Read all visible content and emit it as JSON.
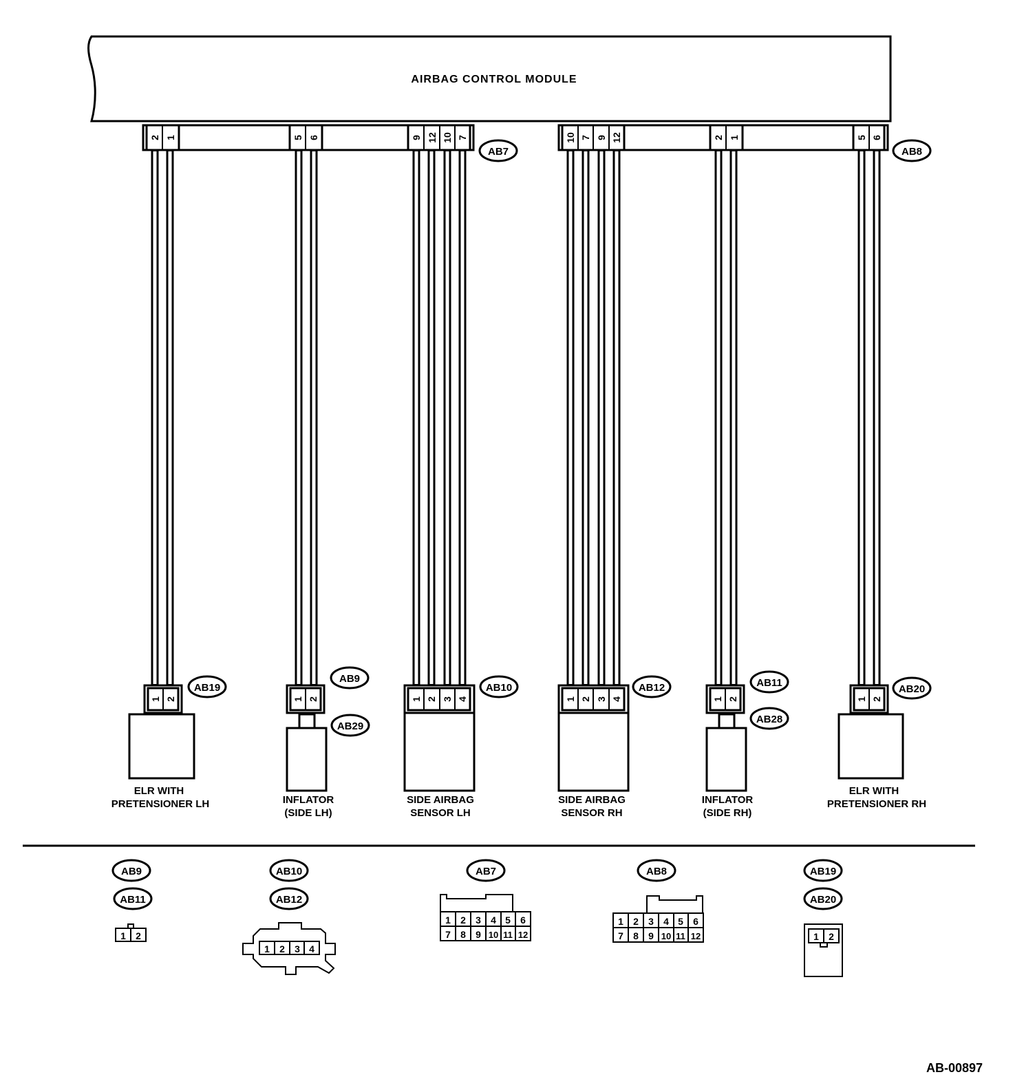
{
  "module": {
    "title": "AIRBAG CONTROL MODULE"
  },
  "top_connectors": {
    "AB7": {
      "id": "AB7",
      "groups": [
        [
          "2",
          "1"
        ],
        [
          "5",
          "6"
        ],
        [
          "9",
          "12",
          "10",
          "7"
        ]
      ]
    },
    "AB8": {
      "id": "AB8",
      "groups": [
        [
          "10",
          "7",
          "9",
          "12"
        ],
        [
          "2",
          "1"
        ],
        [
          "5",
          "6"
        ]
      ]
    }
  },
  "devices": [
    {
      "id": "elr-lh",
      "label": [
        "ELR WITH",
        "PRETENSIONER LH"
      ],
      "connector": "AB19",
      "pins": [
        "1",
        "2"
      ]
    },
    {
      "id": "inflator-lh",
      "label": [
        "INFLATOR",
        "(SIDE LH)"
      ],
      "connector": "AB9",
      "sub_connector": "AB29",
      "pins": [
        "1",
        "2"
      ]
    },
    {
      "id": "sensor-lh",
      "label": [
        "SIDE AIRBAG",
        "SENSOR LH"
      ],
      "connector": "AB10",
      "pins": [
        "1",
        "2",
        "3",
        "4"
      ]
    },
    {
      "id": "sensor-rh",
      "label": [
        "SIDE AIRBAG",
        "SENSOR RH"
      ],
      "connector": "AB12",
      "pins": [
        "1",
        "2",
        "3",
        "4"
      ]
    },
    {
      "id": "inflator-rh",
      "label": [
        "INFLATOR",
        "(SIDE RH)"
      ],
      "connector": "AB11",
      "sub_connector": "AB28",
      "pins": [
        "1",
        "2"
      ]
    },
    {
      "id": "elr-rh",
      "label": [
        "ELR WITH",
        "PRETENSIONER RH"
      ],
      "connector": "AB20",
      "pins": [
        "1",
        "2"
      ]
    }
  ],
  "legend": [
    {
      "tags": [
        "AB9",
        "AB11"
      ],
      "pins": [
        "1",
        "2"
      ]
    },
    {
      "tags": [
        "AB10",
        "AB12"
      ],
      "pins": [
        "1",
        "2",
        "3",
        "4"
      ]
    },
    {
      "tags": [
        "AB7"
      ],
      "rows": [
        [
          "1",
          "2",
          "3",
          "4",
          "5",
          "6"
        ],
        [
          "7",
          "8",
          "9",
          "10",
          "11",
          "12"
        ]
      ]
    },
    {
      "tags": [
        "AB8"
      ],
      "rows": [
        [
          "1",
          "2",
          "3",
          "4",
          "5",
          "6"
        ],
        [
          "7",
          "8",
          "9",
          "10",
          "11",
          "12"
        ]
      ]
    },
    {
      "tags": [
        "AB19",
        "AB20"
      ],
      "pins": [
        "1",
        "2"
      ]
    }
  ],
  "figure_code": "AB-00897"
}
